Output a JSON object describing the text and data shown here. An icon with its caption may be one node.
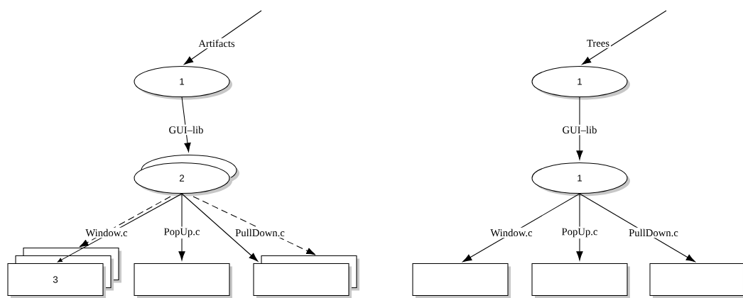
{
  "diagram": {
    "nodes": [
      {
        "text": [
          "1"
        ]
      },
      {
        "text": [
          "2"
        ]
      },
      {
        "text": [
          "3"
        ]
      },
      {
        "text": [],
        "shape": "box"
      },
      {
        "text": [],
        "shape": "box"
      },
      {
        "text": [
          "1"
        ]
      },
      {
        "text": [
          "1"
        ]
      },
      {
        "text": [],
        "shape": "box"
      },
      {
        "text": [],
        "shape": "box"
      },
      {
        "text": [],
        "shape": "box"
      }
    ],
    "edges": [
      {
        "from": null,
        "to": 0,
        "arrow": "to",
        "label": "Artifacts"
      },
      {
        "from": 0,
        "to": 1,
        "arrow": "to",
        "label": "GUI–lib"
      },
      {
        "from": 1,
        "to": 2,
        "arrow": "to",
        "label": "Window.c"
      },
      {
        "from": 1,
        "to": 2,
        "arrow": "to",
        "style": "dashed"
      },
      {
        "from": 1,
        "to": 3,
        "arrow": "to",
        "label": "PopUp.c"
      },
      {
        "from": 1,
        "to": 4,
        "arrow": "to",
        "label": "PullDown.c"
      },
      {
        "from": 1,
        "to": 4,
        "arrow": "to",
        "style": "dashed"
      },
      {
        "from": null,
        "to": 5,
        "arrow": "to",
        "label": "Trees"
      },
      {
        "from": 5,
        "to": 6,
        "arrow": "to",
        "label": "GUI–lib"
      },
      {
        "from": 6,
        "to": 7,
        "arrow": "to",
        "label": "Window.c"
      },
      {
        "from": 6,
        "to": 8,
        "arrow": "to",
        "label": "PopUp.c"
      },
      {
        "from": 6,
        "to": 9,
        "arrow": "to",
        "label": "PullDown.c"
      }
    ]
  }
}
